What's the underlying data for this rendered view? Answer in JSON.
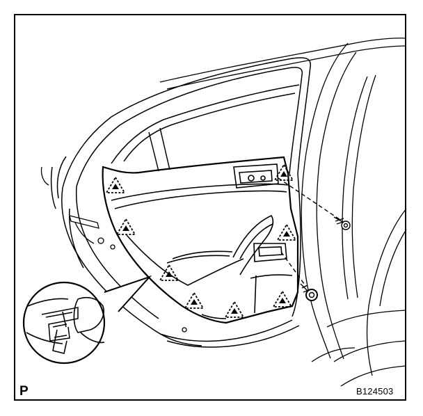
{
  "figure": {
    "page_letter": "P",
    "figure_code": "B124503"
  },
  "colors": {
    "line": "#000000",
    "background": "#ffffff"
  },
  "icons": [
    "clip-location-triangle-icon",
    "screw-icon",
    "clip-detail-callout"
  ]
}
